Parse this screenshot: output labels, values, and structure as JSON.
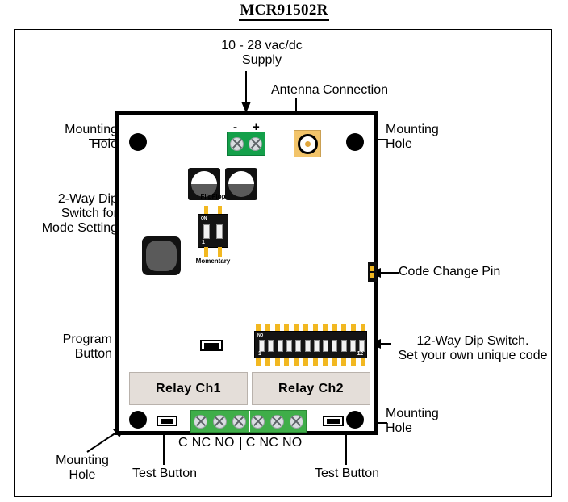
{
  "title": "MCR91502R",
  "annotations": {
    "supply": "10 - 28 vac/dc\nSupply",
    "antenna": "Antenna Connection",
    "mounting_hole_top_left": "Mounting\nHole",
    "mounting_hole_top_right": "Mounting\nHole",
    "mounting_hole_bottom_left": "Mounting\nHole",
    "mounting_hole_bottom_right": "Mounting\nHole",
    "dip2way": "2-Way Dip\nSwitch for\nMode Setting",
    "code_change_pin": "Code Change Pin",
    "program_button": "Program\nButton",
    "dip12way": "12-Way Dip Switch.\nSet your own unique code",
    "test_button_left": "Test Button",
    "test_button_right": "Test Button"
  },
  "board": {
    "power_terminal": {
      "minus": "-",
      "plus": "+"
    },
    "dip2way": {
      "top_label": "FlipFlop",
      "bottom_label": "Momentary",
      "on_marker": "ON",
      "first_pin": "1",
      "positions": 2
    },
    "dip12way": {
      "on_marker": "NO",
      "first_pin": "1",
      "last_pin": "12",
      "positions": 12
    },
    "relay_channels": [
      {
        "label": "Relay  Ch1"
      },
      {
        "label": "Relay  Ch2"
      }
    ],
    "terminal_labels": {
      "ch1": [
        "C",
        "NC",
        "NO"
      ],
      "ch2": [
        "C",
        "NC",
        "NO"
      ]
    },
    "terminal_screw_count": 6,
    "code_change_pin_count": 2
  },
  "colors": {
    "pcb_outline": "#000000",
    "terminal_green": "#3fae49",
    "power_green": "#14a04a",
    "antenna_gold": "#f2c46a",
    "dip_pin_yellow": "#f2b821",
    "relay_box_fill": "#e4ded9",
    "background": "#ffffff"
  }
}
